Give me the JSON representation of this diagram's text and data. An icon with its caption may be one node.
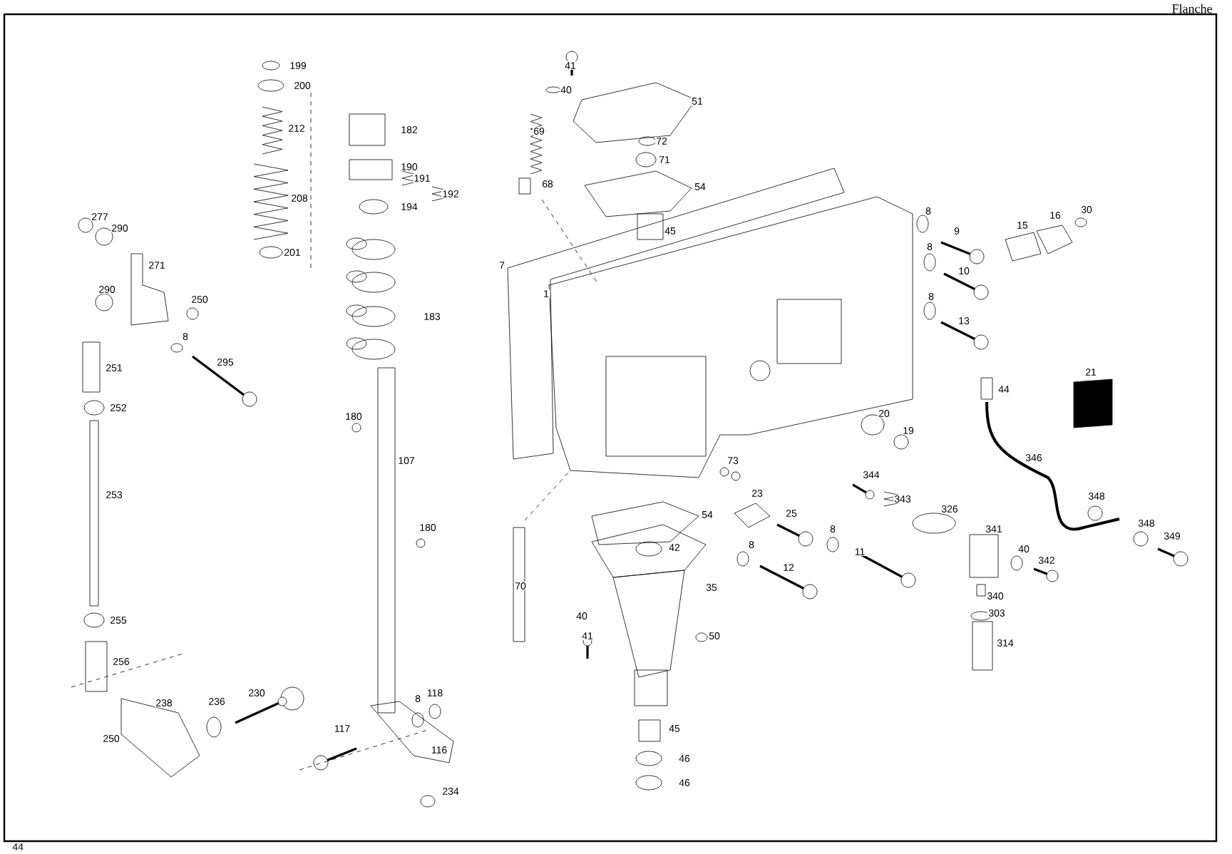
{
  "diagram": {
    "labels": [
      "Flanche",
      "41",
      "199",
      "200",
      "40",
      "51",
      "212",
      "182",
      "69",
      "72",
      "71",
      "190",
      "191",
      "68",
      "54",
      "192",
      "208",
      "194",
      "8",
      "30",
      "16",
      "277",
      "15",
      "290",
      "45",
      "9",
      "8",
      "201",
      "7",
      "271",
      "10",
      "1",
      "290",
      "8",
      "250",
      "183",
      "13",
      "8",
      "295",
      "251",
      "21",
      "44",
      "252",
      "20",
      "180",
      "19",
      "346",
      "107",
      "73",
      "344",
      "23",
      "253",
      "348",
      "343",
      "326",
      "25",
      "54",
      "348",
      "8",
      "341",
      "180",
      "349",
      "8",
      "42",
      "40",
      "11",
      "342",
      "12",
      "70",
      "35",
      "340",
      "303",
      "40",
      "255",
      "41",
      "50",
      "314",
      "256",
      "230",
      "118",
      "8",
      "236",
      "238",
      "45",
      "117",
      "250",
      "116",
      "46",
      "46",
      "234",
      "44"
    ]
  }
}
